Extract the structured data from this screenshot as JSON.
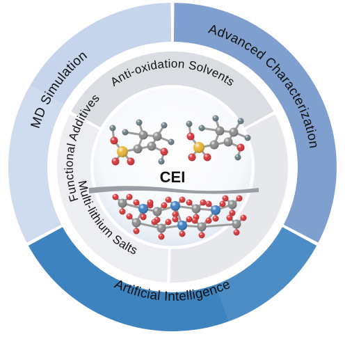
{
  "center": {
    "label": "CEI"
  },
  "outer_ring": {
    "segments": [
      {
        "label": "Advanced Characterization",
        "color": "#7f9fce"
      },
      {
        "label": "Artificial Intelligence",
        "color": "#3d83bf"
      },
      {
        "label": "MD Simulation",
        "color": "#c6d5ec"
      }
    ]
  },
  "inner_ring": {
    "segments": [
      {
        "label": "Anti-oxidation Solvents",
        "color": "#dadde2"
      },
      {
        "label": "Multi-lithium Salts",
        "color": "#e6e8ec"
      },
      {
        "label": "Functional Additives",
        "color": "#eceef1"
      }
    ]
  },
  "colors": {
    "atom_red": "#d9363a",
    "atom_gray": "#8d8d8d",
    "atom_blue": "#3d7fc4",
    "atom_yellow": "#e9b836",
    "atom_slate": "#6b7e86",
    "interface_line": "#9a9ea4"
  }
}
